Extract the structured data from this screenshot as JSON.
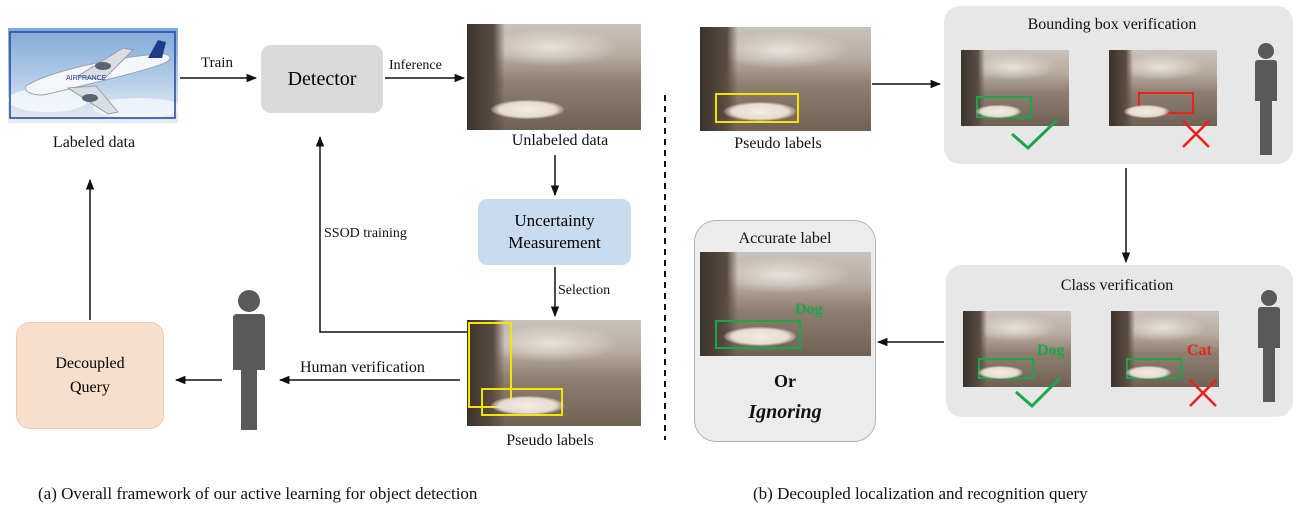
{
  "left_panel": {
    "labeled_data": "Labeled data",
    "train": "Train",
    "detector": "Detector",
    "inference": "Inference",
    "unlabeled_data": "Unlabeled data",
    "uncertainty_line1": "Uncertainty",
    "uncertainty_line2": "Measurement",
    "selection": "Selection",
    "ssod_training": "SSOD training",
    "pseudo_labels": "Pseudo labels",
    "human_verification": "Human verification",
    "decoupled_line1": "Decoupled",
    "decoupled_line2": "Query",
    "plane_text": "AIRFRANCE",
    "caption": "(a) Overall framework of our active learning for object detection"
  },
  "right_panel": {
    "pseudo_labels": "Pseudo labels",
    "bbox_verification": "Bounding box verification",
    "class_verification": "Class verification",
    "accurate_label": "Accurate label",
    "dog_tag": "Dog",
    "cat_tag": "Cat",
    "or": "Or",
    "ignoring": "Ignoring",
    "caption": "(b) Decoupled localization and recognition query"
  },
  "colors": {
    "detector_fill": "#d9d9d9",
    "uncertainty_fill": "#c9dcef",
    "decoupled_fill": "#f8dfcc",
    "panel_fill": "#e7e7e7",
    "person": "#595959",
    "yellow": "#f2e600",
    "green": "#1aa64a",
    "red": "#e8231e"
  },
  "icons": [
    "person-icon",
    "check-icon",
    "cross-icon",
    "airplane-icon",
    "dog-photo"
  ]
}
